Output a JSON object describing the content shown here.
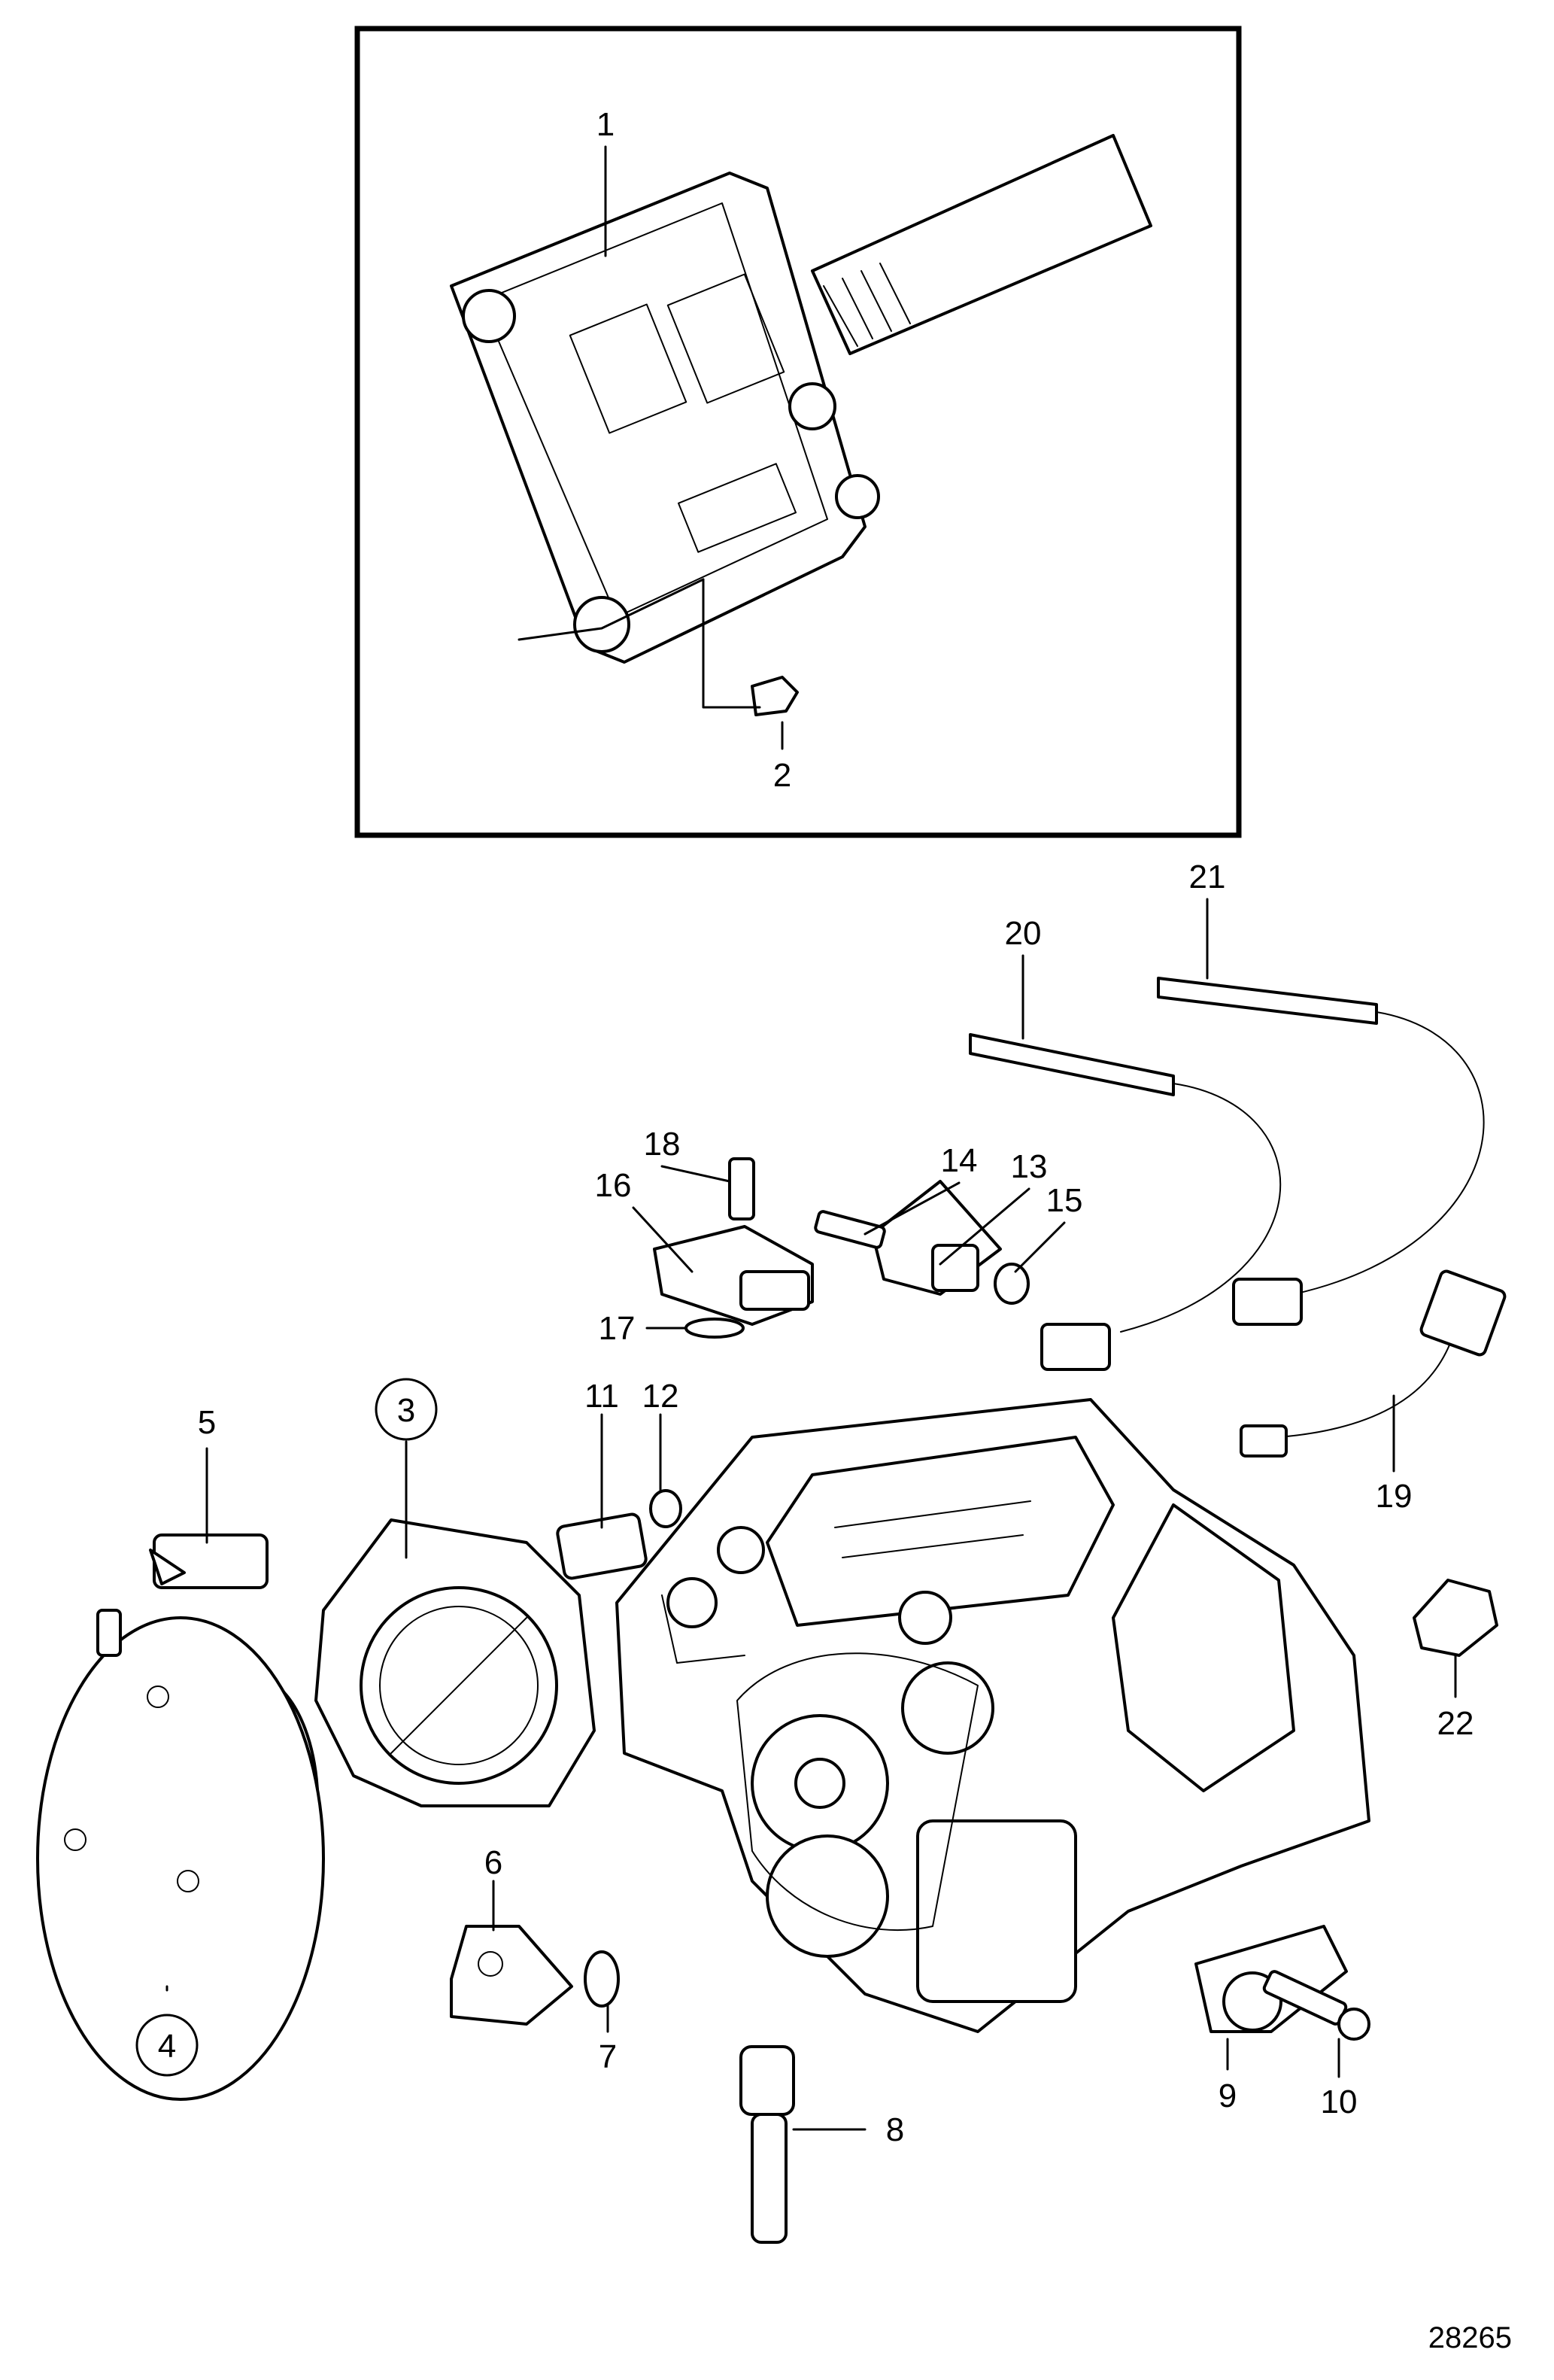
{
  "figure_number": "28265",
  "callouts": [
    {
      "id": "1",
      "label": "1"
    },
    {
      "id": "2",
      "label": "2"
    },
    {
      "id": "3",
      "label": "3",
      "circled": true
    },
    {
      "id": "4",
      "label": "4",
      "circled": true
    },
    {
      "id": "5",
      "label": "5"
    },
    {
      "id": "6",
      "label": "6"
    },
    {
      "id": "7",
      "label": "7"
    },
    {
      "id": "8",
      "label": "8"
    },
    {
      "id": "9",
      "label": "9"
    },
    {
      "id": "10",
      "label": "10"
    },
    {
      "id": "11",
      "label": "11"
    },
    {
      "id": "12",
      "label": "12"
    },
    {
      "id": "13",
      "label": "13"
    },
    {
      "id": "14",
      "label": "14"
    },
    {
      "id": "15",
      "label": "15"
    },
    {
      "id": "16",
      "label": "16"
    },
    {
      "id": "17",
      "label": "17"
    },
    {
      "id": "18",
      "label": "18"
    },
    {
      "id": "19",
      "label": "19"
    },
    {
      "id": "20",
      "label": "20"
    },
    {
      "id": "21",
      "label": "21"
    },
    {
      "id": "22",
      "label": "22"
    }
  ]
}
